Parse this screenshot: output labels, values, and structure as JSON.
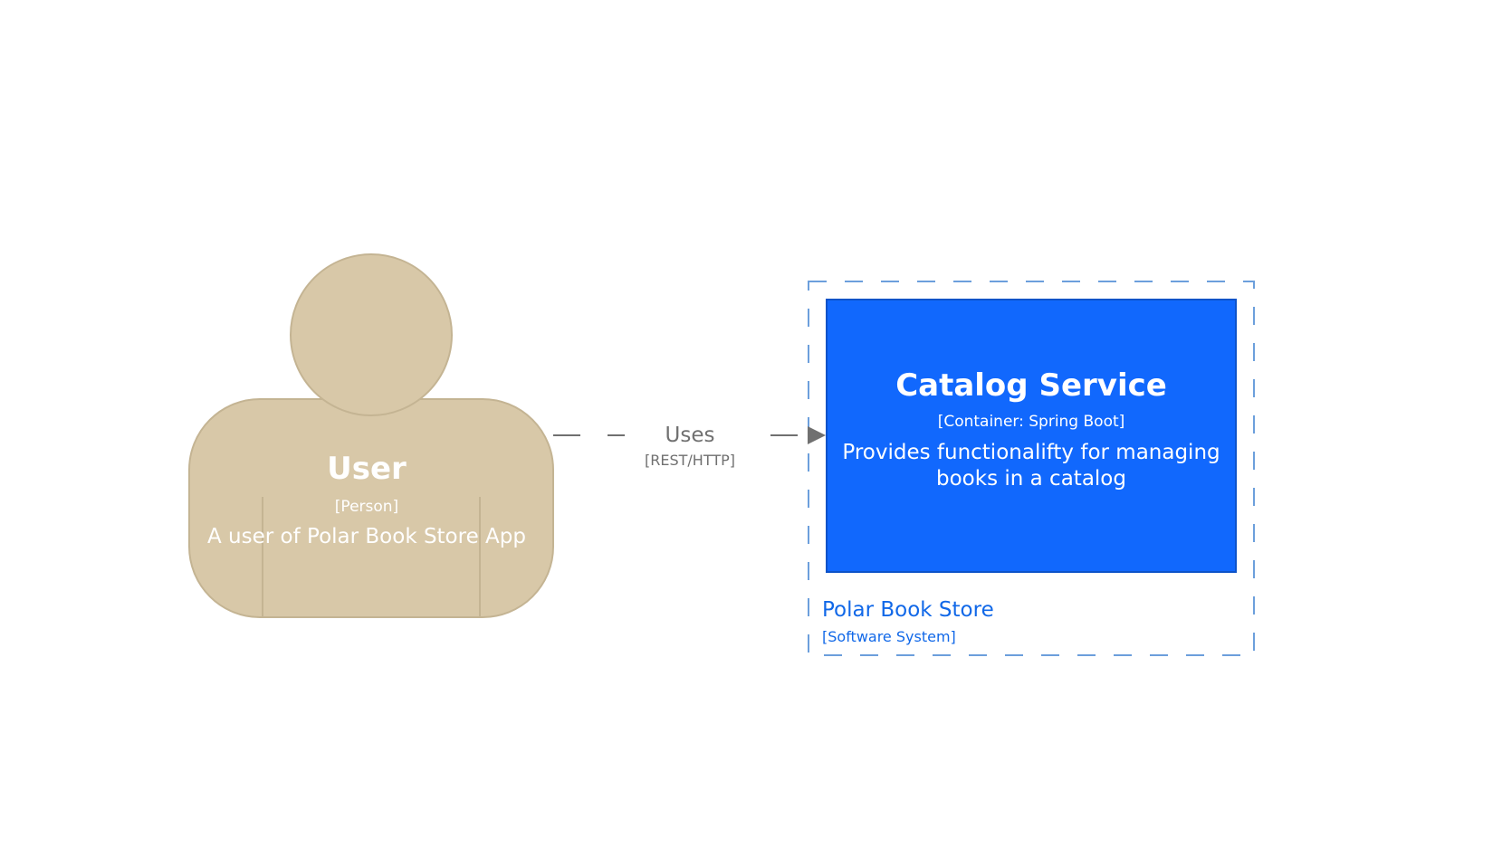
{
  "person": {
    "name": "User",
    "type": "[Person]",
    "description": "A user of Polar Book Store App",
    "color": "#d8c8a8",
    "stroke": "#c4b493"
  },
  "container": {
    "name": "Catalog Service",
    "type": "[Container: Spring Boot]",
    "description": "Provides functionalifty for managing books in a catalog",
    "color": "#1168fd",
    "stroke": "#0d53c9"
  },
  "boundary": {
    "name": "Polar Book Store",
    "type": "[Software System]",
    "color": "#1168e8",
    "stroke": "#6c9fdc"
  },
  "relationship": {
    "label": "Uses",
    "technology": "[REST/HTTP]",
    "color": "#707070"
  }
}
